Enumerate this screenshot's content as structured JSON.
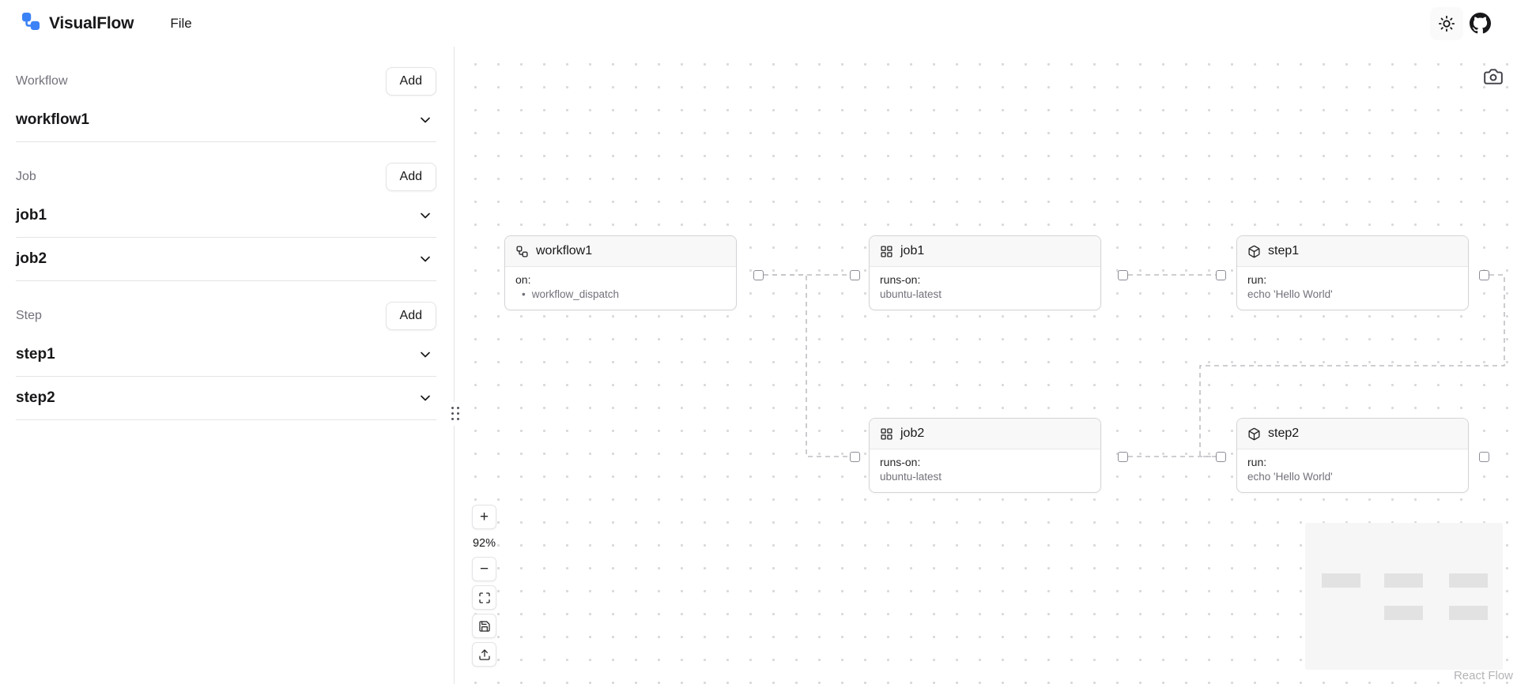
{
  "colors": {
    "accent": "#3b82f6",
    "edge": "#b1b1b7"
  },
  "navbar": {
    "app_name": "VisualFlow",
    "file_menu": "File",
    "icons": [
      "app-logo-icon",
      "sun-icon",
      "github-icon"
    ]
  },
  "sidebar": {
    "sections": [
      {
        "label": "Workflow",
        "add_label": "Add",
        "items": [
          {
            "label": "workflow1"
          }
        ]
      },
      {
        "label": "Job",
        "add_label": "Add",
        "items": [
          {
            "label": "job1"
          },
          {
            "label": "job2"
          }
        ]
      },
      {
        "label": "Step",
        "add_label": "Add",
        "items": [
          {
            "label": "step1"
          },
          {
            "label": "step2"
          }
        ]
      }
    ]
  },
  "canvas": {
    "zoom_level": "92%",
    "attribution": "React Flow",
    "controls": {
      "zoom_in": "+",
      "zoom_out": "−",
      "icons": [
        "fit-view-icon",
        "save-icon",
        "upload-icon"
      ]
    },
    "screenshot_icon": "camera-icon",
    "nodes": [
      {
        "id": "workflow1",
        "icon": "workflow-icon",
        "title": "workflow1",
        "field_label": "on:",
        "field_value": "workflow_dispatch"
      },
      {
        "id": "job1",
        "icon": "grid-icon",
        "title": "job1",
        "field_label": "runs-on:",
        "field_value": "ubuntu-latest"
      },
      {
        "id": "step1",
        "icon": "package-icon",
        "title": "step1",
        "field_label": "run:",
        "field_value": "echo 'Hello World'"
      },
      {
        "id": "job2",
        "icon": "grid-icon",
        "title": "job2",
        "field_label": "runs-on:",
        "field_value": "ubuntu-latest"
      },
      {
        "id": "step2",
        "icon": "package-icon",
        "title": "step2",
        "field_label": "run:",
        "field_value": "echo 'Hello World'"
      }
    ],
    "edges": [
      {
        "from": "workflow1",
        "to": "job1"
      },
      {
        "from": "workflow1",
        "to": "job2"
      },
      {
        "from": "job1",
        "to": "step1"
      },
      {
        "from": "job2",
        "to": "step2"
      },
      {
        "from": "step1",
        "to": "step2"
      }
    ]
  }
}
